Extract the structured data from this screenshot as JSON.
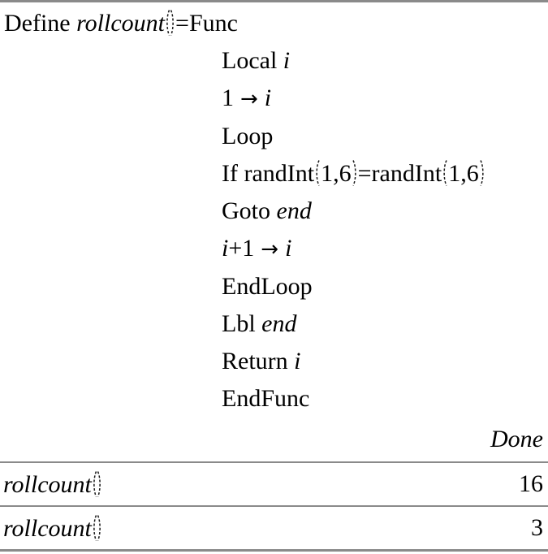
{
  "colors": {
    "background": "#ffffff",
    "text": "#000000",
    "separator": "#8a8a8a"
  },
  "history": {
    "define_entry": {
      "l1": {
        "kw1": "Define ",
        "fn": "rollcount",
        "eq": "=",
        "kw2": "Func"
      },
      "l2": {
        "kw": "Local ",
        "var": "i"
      },
      "l3": {
        "a": "1",
        "arrow": "→",
        "var": "i"
      },
      "l4": {
        "kw": "Loop"
      },
      "l5": {
        "a": "If randInt",
        "args1": "1,6",
        "b": "=randInt",
        "args2": "1,6"
      },
      "l6": {
        "kw": "Goto ",
        "label": "end"
      },
      "l7": {
        "var1": "i",
        "op": "+1",
        "arrow": "→",
        "var2": "i"
      },
      "l8": {
        "kw": "EndLoop"
      },
      "l9": {
        "kw": "Lbl ",
        "label": "end"
      },
      "l10": {
        "kw": "Return ",
        "var": "i"
      },
      "l11": {
        "kw": "EndFunc"
      },
      "result": "Done"
    },
    "entries": [
      {
        "expression": "rollcount",
        "result": "16"
      },
      {
        "expression": "rollcount",
        "result": "3"
      }
    ]
  }
}
